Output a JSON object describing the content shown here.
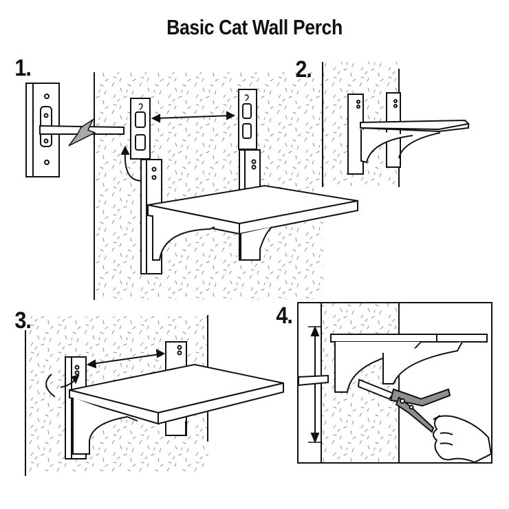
{
  "title": "Basic Cat Wall Perch",
  "steps": [
    {
      "number": "1.",
      "description": "Bracket slides into wall-mounted keyhole plate; align two plates horizontally and hook brackets on"
    },
    {
      "number": "2.",
      "description": "Shelf supported by two curved brackets mounted to wall"
    },
    {
      "number": "3.",
      "description": "Rotate bracket to lock into plate; measure distance between brackets"
    },
    {
      "number": "4.",
      "description": "Measure height and trim bracket using pliers/cutters"
    }
  ],
  "colors": {
    "line": "#111111",
    "wall_speckle": "#8a8a8a",
    "tool_fill": "#8f8f8f",
    "wedge_fill": "#a8a8a8",
    "background": "#ffffff"
  },
  "icons": [
    "double-arrow-icon",
    "curved-arrow-icon",
    "rotate-arrow-icon",
    "vertical-measure-arrow-icon",
    "pliers-icon",
    "hand-icon",
    "break-wedge-icon"
  ]
}
